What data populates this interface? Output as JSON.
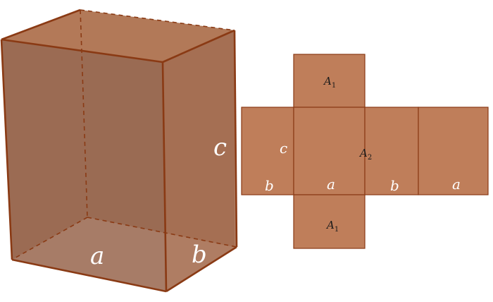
{
  "colors": {
    "edge": "#8a3a14",
    "face_back": "#8f6a55",
    "face_left": "#9a6a52",
    "face_right": "#a66f52",
    "face_top": "#b57a58",
    "net_fill": "#bf7e5a",
    "net_edge": "#8a3a14"
  },
  "box_labels": {
    "a": "a",
    "b": "b",
    "c": "c"
  },
  "net_labels": {
    "top_face": "A",
    "top_face_sub": "1",
    "center_face": "A",
    "center_face_sub": "2",
    "bottom_face": "A",
    "bottom_face_sub": "1",
    "c": "c",
    "b_left": "b",
    "a_center": "a",
    "b_right": "b",
    "a_right": "a"
  }
}
